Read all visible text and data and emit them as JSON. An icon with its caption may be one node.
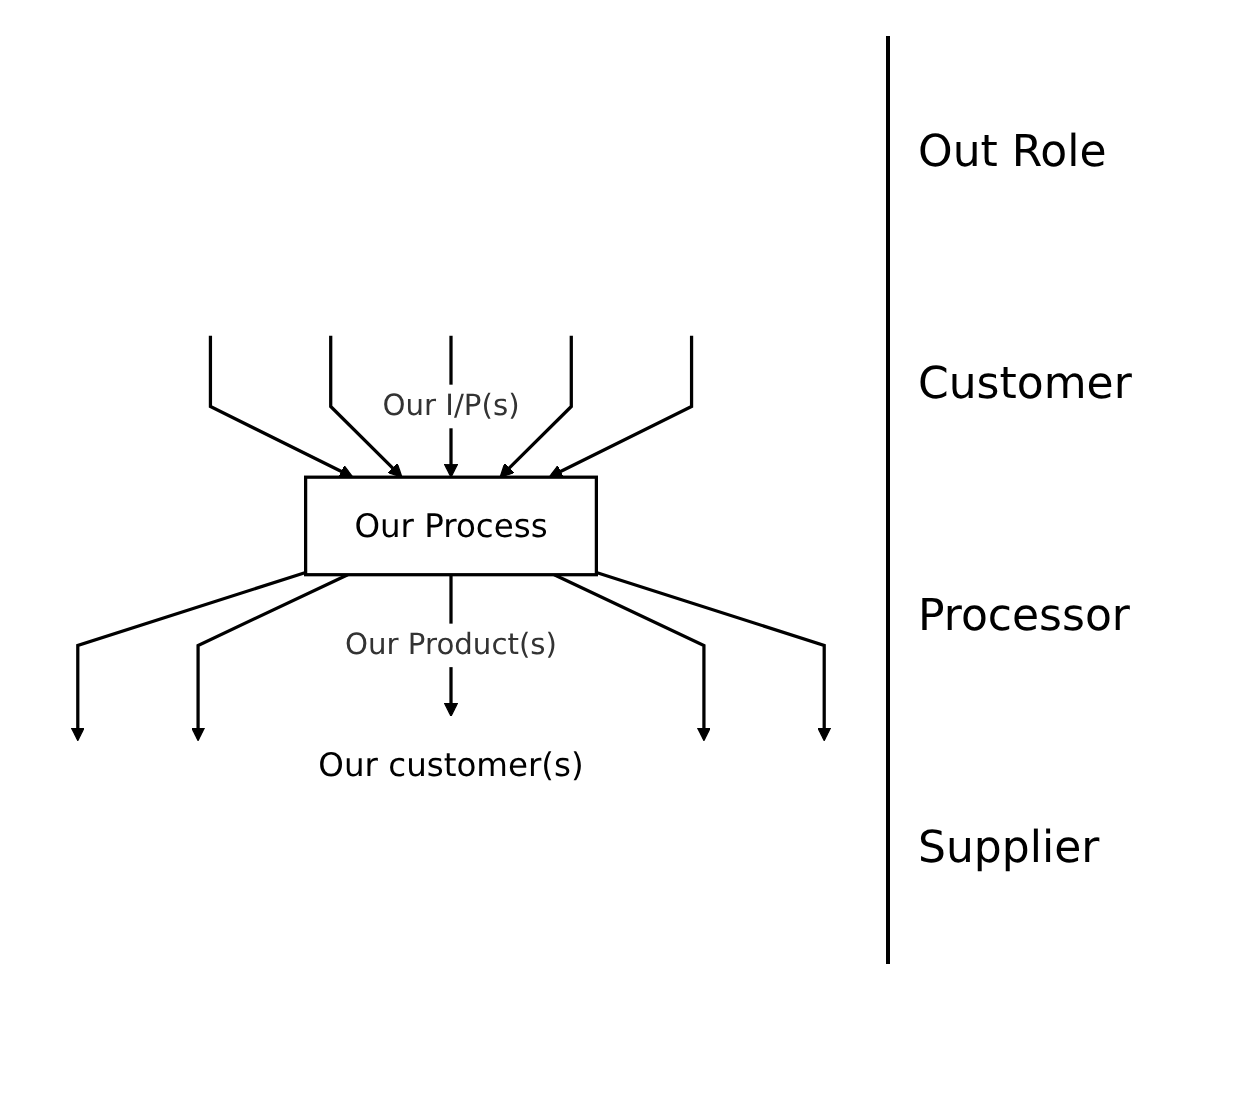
{
  "diagram": {
    "nodes": [
      {
        "text": [
          "Our Process"
        ]
      },
      {
        "text": [
          "Our customer(s)"
        ]
      }
    ],
    "edges": [
      {
        "from": null,
        "to": 0,
        "arrow": "to"
      },
      {
        "from": null,
        "to": 0,
        "arrow": "to"
      },
      {
        "from": null,
        "to": 0,
        "arrow": "to",
        "label": "Our I/P(s)"
      },
      {
        "from": null,
        "to": 0,
        "arrow": "to"
      },
      {
        "from": null,
        "to": 0,
        "arrow": "to"
      },
      {
        "from": 0,
        "to": null,
        "arrow": "to"
      },
      {
        "from": 0,
        "to": null,
        "arrow": "to"
      },
      {
        "from": 0,
        "to": 1,
        "arrow": "to",
        "label": "Our Product(s)"
      },
      {
        "from": 0,
        "to": null,
        "arrow": "to"
      },
      {
        "from": 0,
        "to": null,
        "arrow": "to"
      }
    ],
    "labels": [
      "Out Role",
      "Customer",
      "Processor",
      "Supplier"
    ]
  }
}
